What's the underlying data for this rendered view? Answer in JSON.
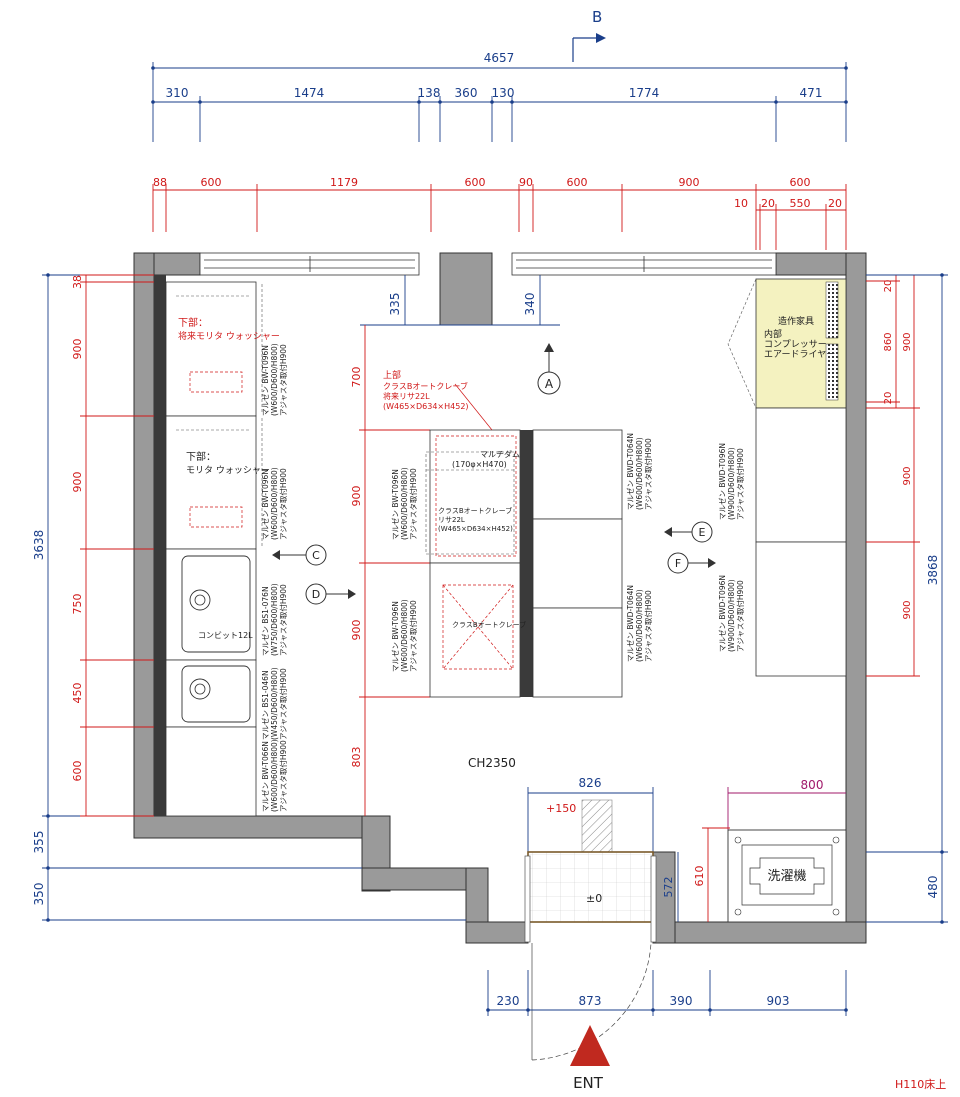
{
  "colors": {
    "blue": "#1a3e8a",
    "red": "#d01818",
    "wall": "#9a9a9a",
    "wall_dark": "#3a3a3a",
    "magenta": "#a0186a",
    "highlight": "#f4f2c0",
    "ent_arrow": "#c0291f"
  },
  "labels": {
    "view_b": "B",
    "ceiling_height": "CH2350",
    "entrance": "ENT",
    "floor_note": "H110床上",
    "step_up": "+150",
    "level_zero": "±0",
    "washer": "洗濯機",
    "washer_width": "800"
  },
  "markers": [
    {
      "id": "A"
    },
    {
      "id": "C"
    },
    {
      "id": "D"
    },
    {
      "id": "E"
    },
    {
      "id": "F"
    }
  ],
  "dims": {
    "top_overall": "4657",
    "top_blue": [
      "310",
      "1474",
      "138",
      "360",
      "130",
      "1774",
      "471"
    ],
    "top_red": [
      "88",
      "600",
      "1179",
      "600",
      "90",
      "600",
      "900",
      "600"
    ],
    "top_red_small": [
      "10",
      "20",
      "550",
      "20"
    ],
    "window_left": "335",
    "window_right": "340",
    "left_blue": [
      "3638",
      "355",
      "350"
    ],
    "left_red": [
      "38",
      "900",
      "900",
      "750",
      "450",
      "600"
    ],
    "center_red": [
      "700",
      "900",
      "900",
      "803"
    ],
    "right_blue": [
      "3868",
      "480"
    ],
    "right_red_outer": [
      "900",
      "900",
      "900"
    ],
    "right_red_inner": [
      "20",
      "860",
      "20"
    ],
    "entry_width": "826",
    "entry_depth": "572",
    "washer_depth": "610",
    "bottom_blue": [
      "230",
      "873",
      "390",
      "903"
    ]
  },
  "texts": {
    "lower_left_1_a": "下部：",
    "lower_left_1_b": "将来モリタ ウォッシャー",
    "lower_left_2_a": "下部：",
    "lower_left_2_b": "モリタ ウォッシャー",
    "left_eq_1": [
      "マルゼン BW-T096N",
      "(W600/D600/H800)",
      "アジャスタ取付H900"
    ],
    "left_eq_2": [
      "マルゼン BW-T096N",
      "(W600/D600/H800)",
      "アジャスタ取付H900"
    ],
    "left_eq_3": [
      "マルゼン BS1-076N",
      "(W750/D600/H800)",
      "アジャスタ取付H900"
    ],
    "left_eq_4": [
      "マルゼン BS1-046N",
      "(W450/D600/H800)",
      "アジャスタ取付H900"
    ],
    "left_eq_5": [
      "マルゼン BW-T066N",
      "(W600/D600/H800)",
      "アジャスタ取付H900"
    ],
    "kombi": "コンビット12L",
    "center_upper": [
      "上部",
      "クラスBオートクレーブ",
      "将来リサ22L",
      "(W465×D634×H452)"
    ],
    "multidam": [
      "マルチダム",
      "(170φ×H470)"
    ],
    "autoclave_2": [
      "クラスBオートクレーブ",
      "リサ22L",
      "(W465×D634×H452)"
    ],
    "autoclave_3": "クラスBオートクレーブ",
    "center_eq_1": [
      "マルゼン BW-T096N",
      "(W600/D600/H800)",
      "アジャスタ取付H900"
    ],
    "center_eq_2": [
      "マルゼン BW-T096N",
      "(W600/D600/H800)",
      "アジャスタ取付H900"
    ],
    "center_r_eq_1": [
      "マルゼン BWD-T064N",
      "(W600/D600/H800)",
      "アジャスタ取付H900"
    ],
    "center_r_eq_2": [
      "マルゼン BWD-T064N",
      "(W600/D600/H800)",
      "アジャスタ取付H900"
    ],
    "right_eq_1": [
      "マルゼン BWD-T096N",
      "(W900/D600/H800)",
      "アジャスタ取付H900"
    ],
    "right_eq_2": [
      "マルゼン BWD-T096N",
      "(W900/D600/H800)",
      "アジャスタ取付H900"
    ],
    "builtin": [
      "造作家具",
      "内部",
      "コンプレッサー",
      "エアードライヤー"
    ]
  }
}
